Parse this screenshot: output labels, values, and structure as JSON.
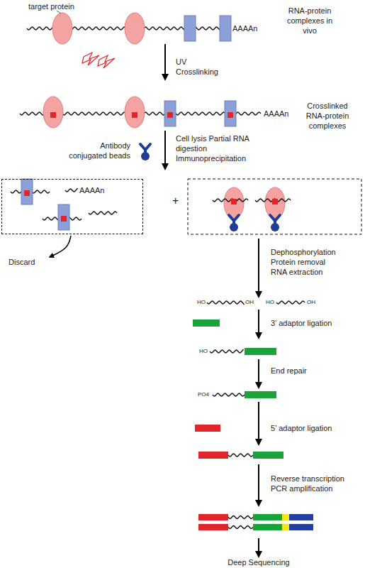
{
  "diagram": {
    "nodes": [
      {
        "text": [
          "AAAAn"
        ]
      }
    ],
    "labels": [
      "target protein",
      "RNA-protein complexes in vivo",
      "AAAAn",
      "UV Crosslinking",
      "AAAAn",
      "Crosslinked RNA-protein complexes",
      "Antibody conjugated beads",
      "Cell lysis Partial RNA digestion Immunoprecipitation",
      "+",
      "Discard",
      "Dephosphorylation Protein removal RNA extraction",
      "HO",
      "OH",
      "HO",
      "OH",
      "3’ adaptor ligation",
      "HO",
      "End repair",
      "PO4",
      "5’ adaptor ligation",
      "Reverse transcription PCR amplification",
      "Deep Sequencing"
    ]
  }
}
